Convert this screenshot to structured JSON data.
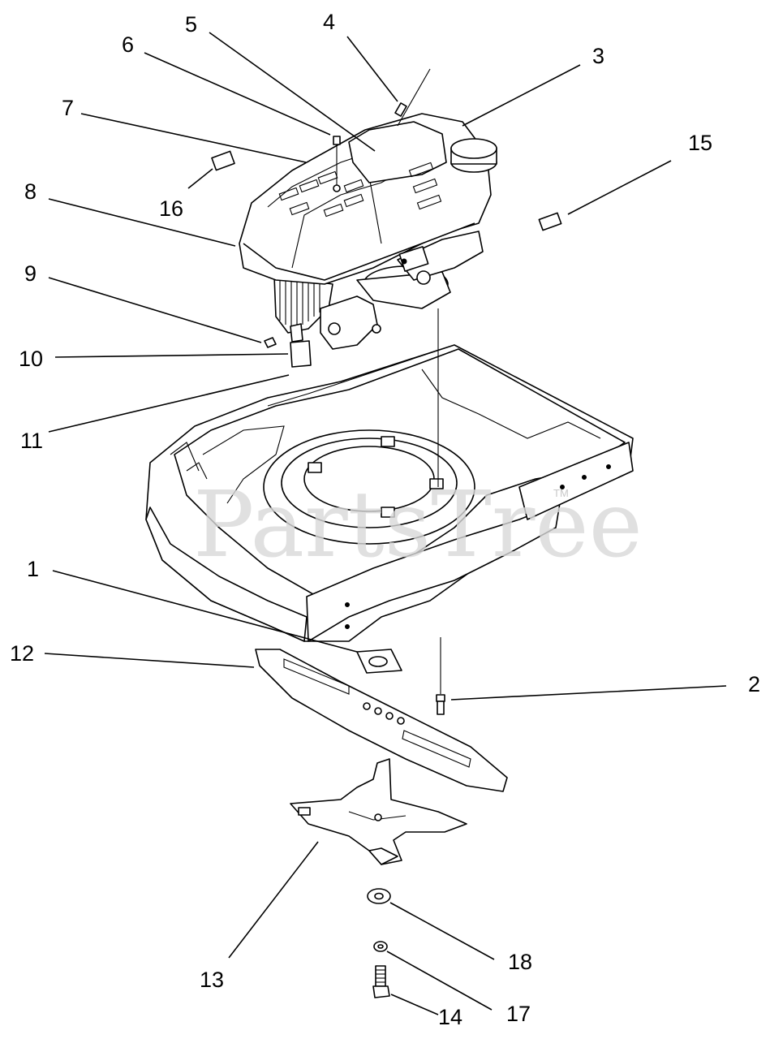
{
  "watermark": {
    "text": "PartsTree",
    "trademark": "TM"
  },
  "callouts": [
    {
      "id": "1",
      "label": "1"
    },
    {
      "id": "2",
      "label": "2"
    },
    {
      "id": "3",
      "label": "3"
    },
    {
      "id": "4",
      "label": "4"
    },
    {
      "id": "5",
      "label": "5"
    },
    {
      "id": "6",
      "label": "6"
    },
    {
      "id": "7",
      "label": "7"
    },
    {
      "id": "8",
      "label": "8"
    },
    {
      "id": "9",
      "label": "9"
    },
    {
      "id": "10",
      "label": "10"
    },
    {
      "id": "11",
      "label": "11"
    },
    {
      "id": "12",
      "label": "12"
    },
    {
      "id": "13",
      "label": "13"
    },
    {
      "id": "14",
      "label": "14"
    },
    {
      "id": "15",
      "label": "15"
    },
    {
      "id": "16",
      "label": "16"
    },
    {
      "id": "17",
      "label": "17"
    },
    {
      "id": "18",
      "label": "18"
    }
  ],
  "colors": {
    "line": "#000000",
    "background": "#ffffff",
    "watermark": "#d9d9d9"
  }
}
